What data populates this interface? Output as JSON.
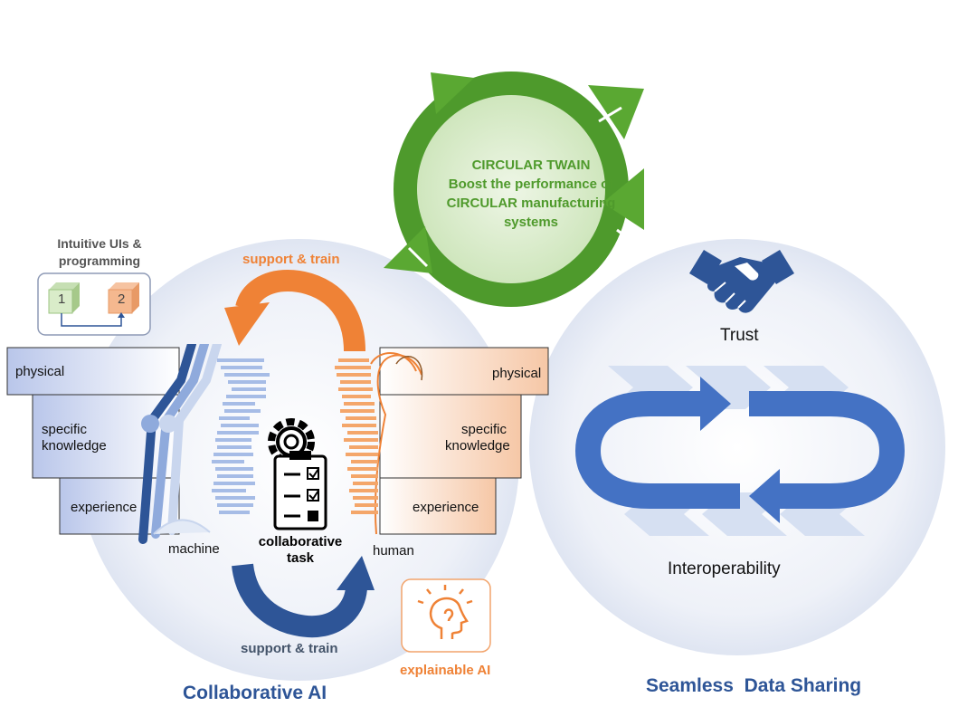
{
  "center": {
    "title": "CIRCULAR TWAIN",
    "line1": "Boost the performance of",
    "line2": "CIRCULAR manufacturing",
    "line3": "systems"
  },
  "collab": {
    "ui_title_line1": "Intuitive UIs &",
    "ui_title_line2": "programming",
    "box1": "1",
    "box2": "2",
    "support_top": "support & train",
    "support_bottom": "support & train",
    "left_steps": [
      "physical",
      "specific",
      "knowledge",
      "experience"
    ],
    "right_steps": [
      "physical",
      "specific",
      "knowledge",
      "experience"
    ],
    "machine": "machine",
    "human": "human",
    "task_line1": "collaborative",
    "task_line2": "task",
    "explainable": "explainable AI",
    "footer": "Collaborative AI"
  },
  "sharing": {
    "trust": "Trust",
    "interop": "Interoperability",
    "footer": "Seamless  Data Sharing"
  },
  "colors": {
    "green": "#5aa832",
    "green_dark": "#3d7d22",
    "orange": "#ef8236",
    "blue": "#2e5597",
    "blue_mid": "#4472c4",
    "blue_light": "#c9d6ee"
  }
}
